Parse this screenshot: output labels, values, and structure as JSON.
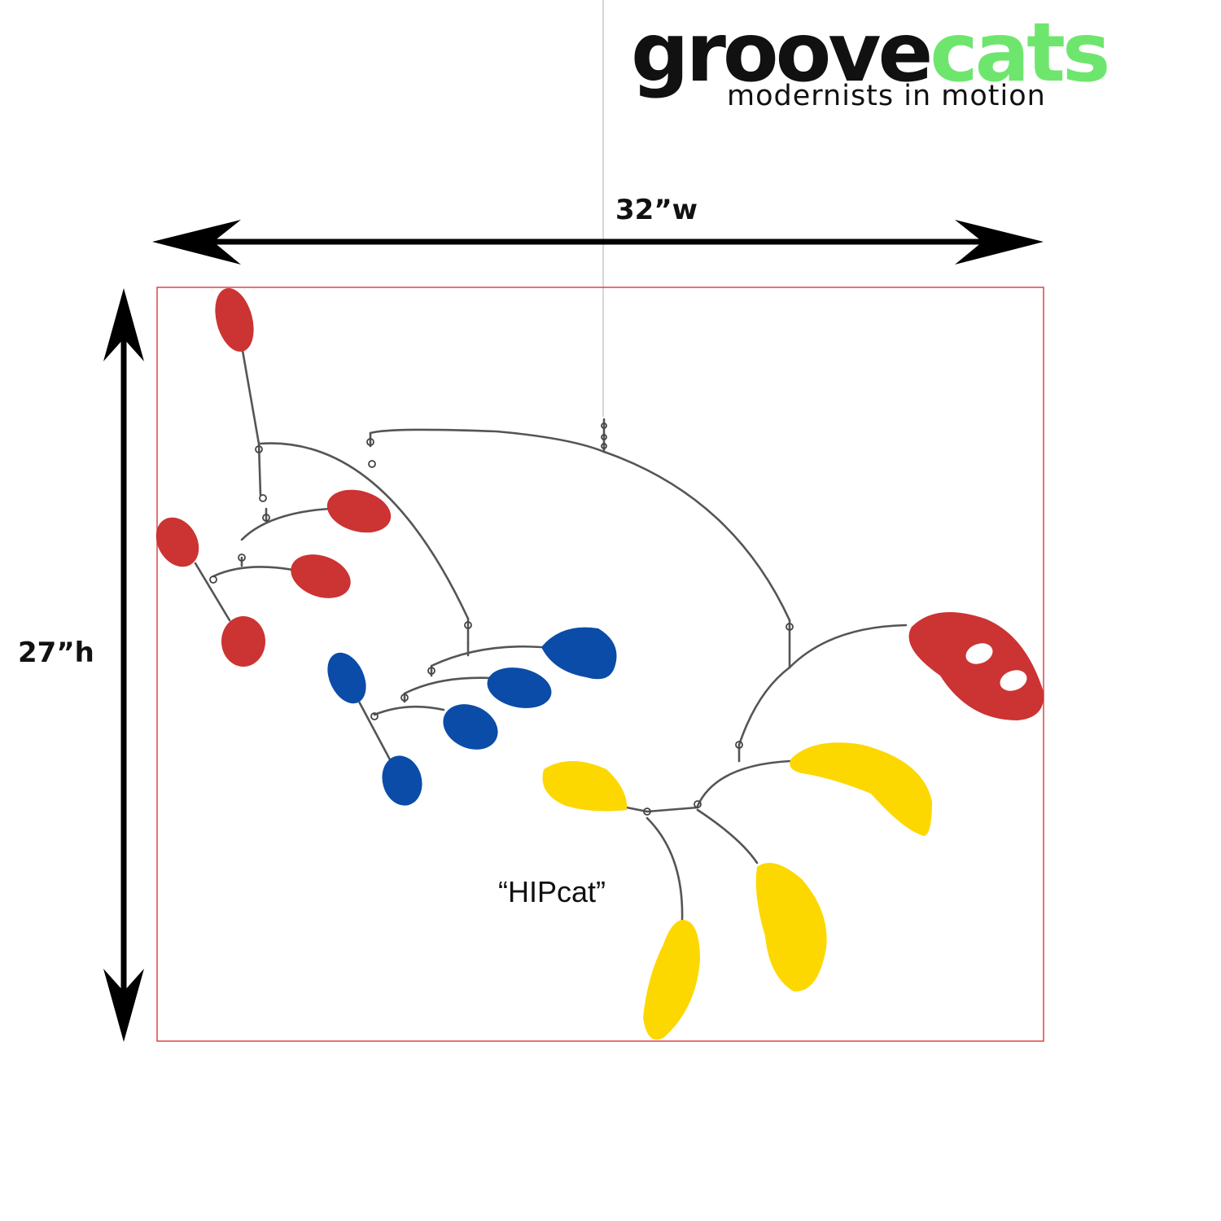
{
  "brand": {
    "name_part1": "groove",
    "name_part2": "cats",
    "tagline": "modernists in motion",
    "colors": {
      "dark": "#111111",
      "green": "#6ee66e"
    }
  },
  "dimensions": {
    "width_label": "32”w",
    "height_label": "27”h"
  },
  "product": {
    "name": "“HIPcat”"
  },
  "mobile_colors": {
    "red": "#cc3333",
    "blue": "#0a4ca8",
    "yellow": "#fcd800",
    "wire": "#555555",
    "frame": "#dd4444"
  },
  "icons": [
    "width-arrow-icon",
    "height-arrow-icon"
  ]
}
